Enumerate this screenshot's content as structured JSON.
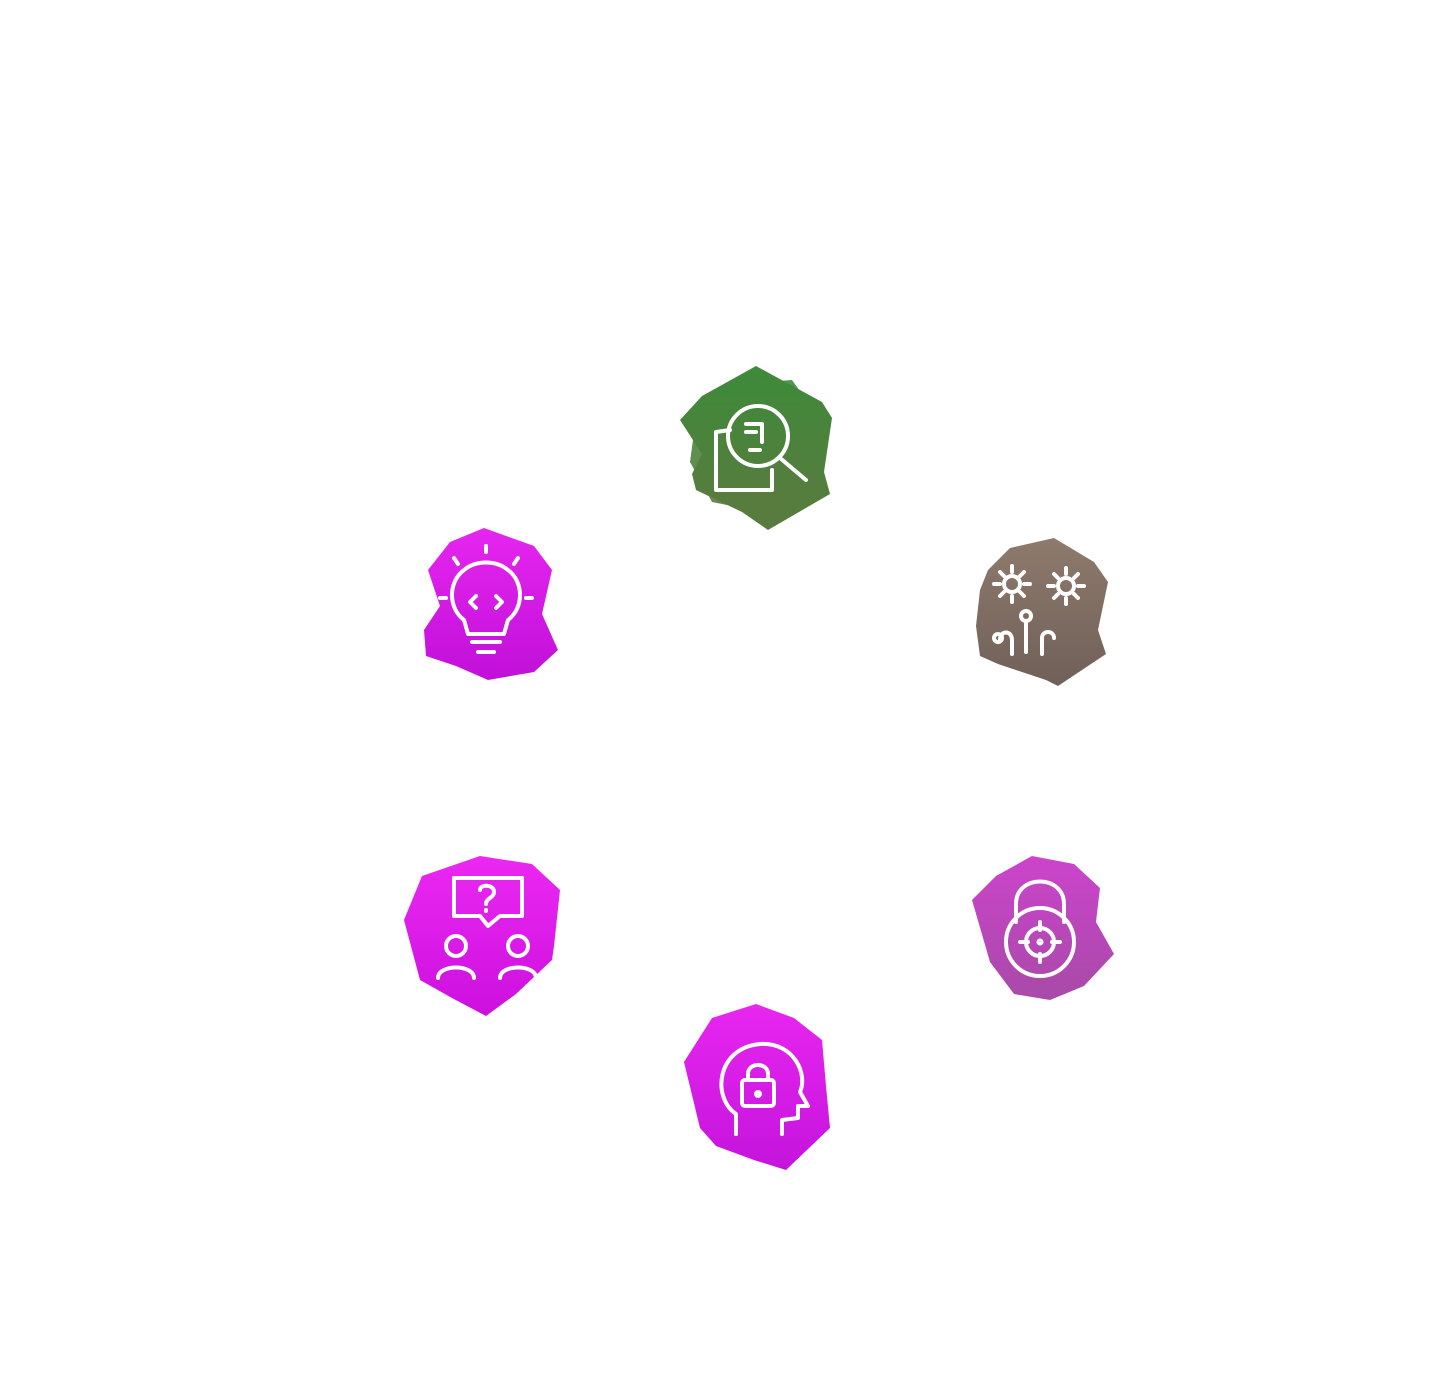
{
  "nodes": [
    {
      "id": "search",
      "icon": "document-search-icon",
      "color_top": "#3f8a3a",
      "color_bottom": "#5a7a3f"
    },
    {
      "id": "idea",
      "icon": "code-lightbulb-icon",
      "color_top": "#e626f0",
      "color_bottom": "#c010d8"
    },
    {
      "id": "process",
      "icon": "gears-circuit-icon",
      "color_top": "#8f7a6c",
      "color_bottom": "#6f6058"
    },
    {
      "id": "question",
      "icon": "people-question-chat-icon",
      "color_top": "#ec28f2",
      "color_bottom": "#cc10de"
    },
    {
      "id": "lock",
      "icon": "padlock-target-icon",
      "color_top": "#cc44cc",
      "color_bottom": "#a84aa8"
    },
    {
      "id": "mind",
      "icon": "head-lock-icon",
      "color_top": "#e826f0",
      "color_bottom": "#c414dc"
    }
  ]
}
